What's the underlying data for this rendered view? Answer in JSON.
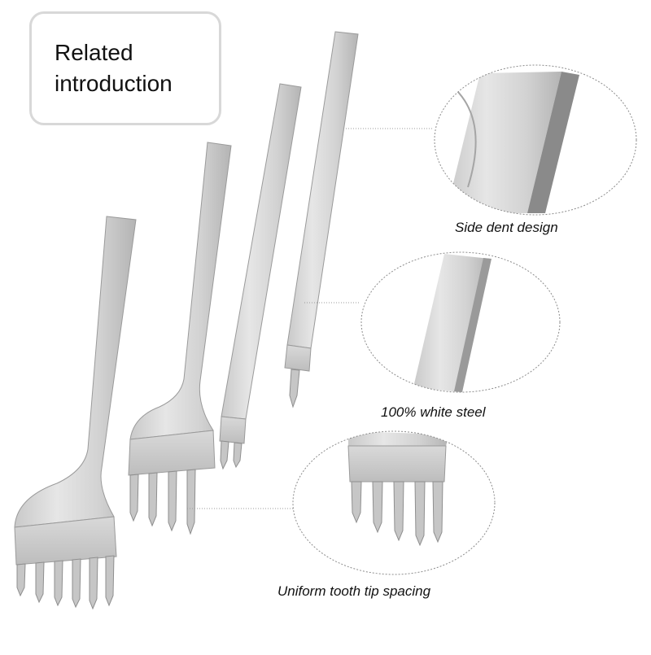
{
  "title": {
    "line1": "Related",
    "line2": "introduction"
  },
  "callouts": [
    {
      "name": "side-dent",
      "label": "Side dent design"
    },
    {
      "name": "white-steel",
      "label": "100% white steel"
    },
    {
      "name": "tooth-spacing",
      "label": "Uniform tooth tip spacing"
    }
  ],
  "product": {
    "tool_count": 4,
    "prong_counts": [
      6,
      4,
      2,
      1
    ],
    "colors": {
      "steel_light": "#e3e3e3",
      "steel_mid": "#c2c2c2",
      "steel_dark": "#8f8f8f",
      "frame": "#d8d8d8",
      "guide_line": "#9a9a9a"
    }
  }
}
